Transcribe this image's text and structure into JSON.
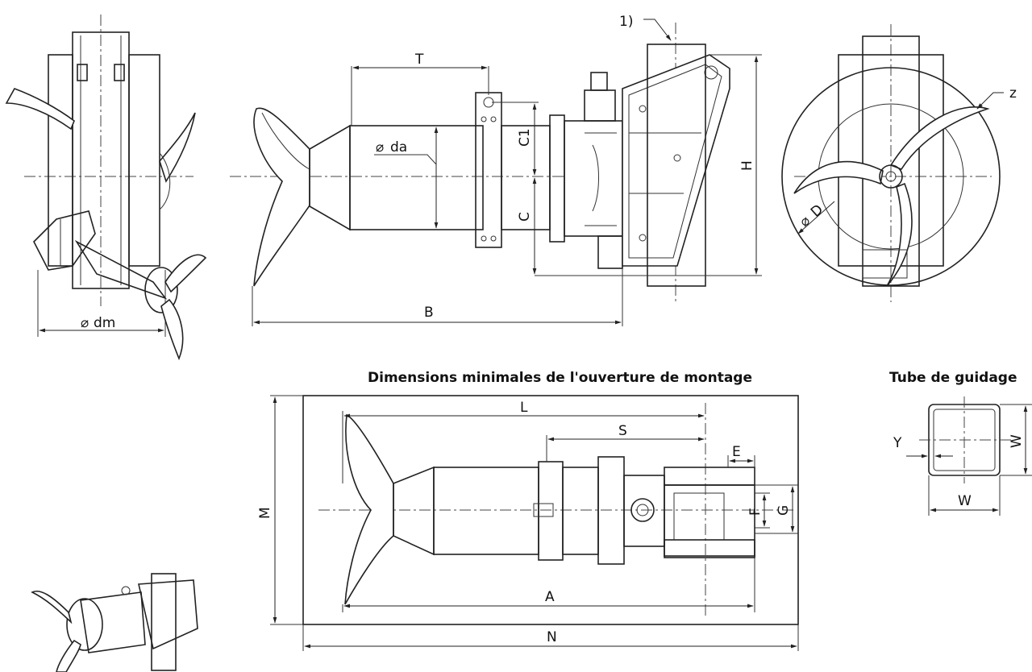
{
  "titles": {
    "mounting_opening": "Dimensions minimales de l'ouverture de montage",
    "guide_tube": "Tube de guidage"
  },
  "labels": {
    "note1": "1)",
    "T": "T",
    "da": "da",
    "dm": "dm",
    "C1": "C1",
    "C": "C",
    "B": "B",
    "H": "H",
    "z": "z",
    "D": "D",
    "L": "L",
    "S": "S",
    "E": "E",
    "F": "F",
    "G": "G",
    "A": "A",
    "M": "M",
    "N": "N",
    "Y": "Y",
    "W_side": "W",
    "W_bottom": "W"
  },
  "symbols": {
    "diameter": "⌀"
  }
}
